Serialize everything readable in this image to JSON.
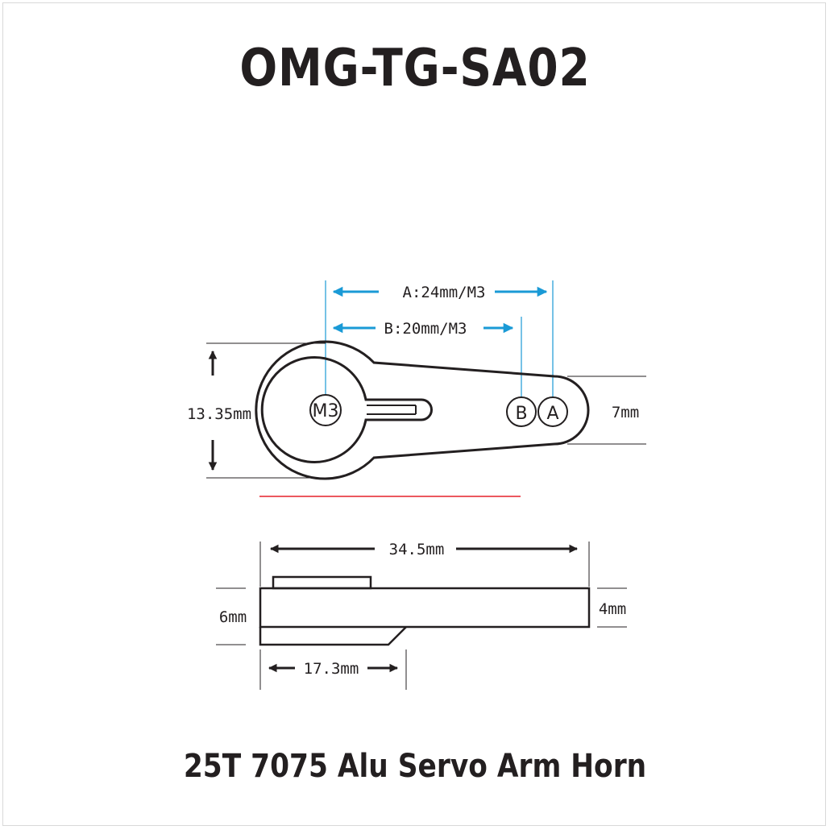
{
  "title": "OMG-TG-SA02",
  "subtitle": "25T 7075  Alu Servo Arm Horn",
  "top_view": {
    "dim_a": "A:24mm/M3",
    "dim_b": "B:20mm/M3",
    "height": "13.35mm",
    "tip_width": "7mm",
    "center_hole": "M3",
    "hole_b": "B",
    "hole_a": "A"
  },
  "side_view": {
    "length": "34.5mm",
    "total_height": "6mm",
    "arm_thickness": "4mm",
    "hub_length": "17.3mm"
  },
  "colors": {
    "line": "#231f20",
    "dimension_arrow": "#1a9ad6",
    "marker_line": "#e5202a"
  }
}
